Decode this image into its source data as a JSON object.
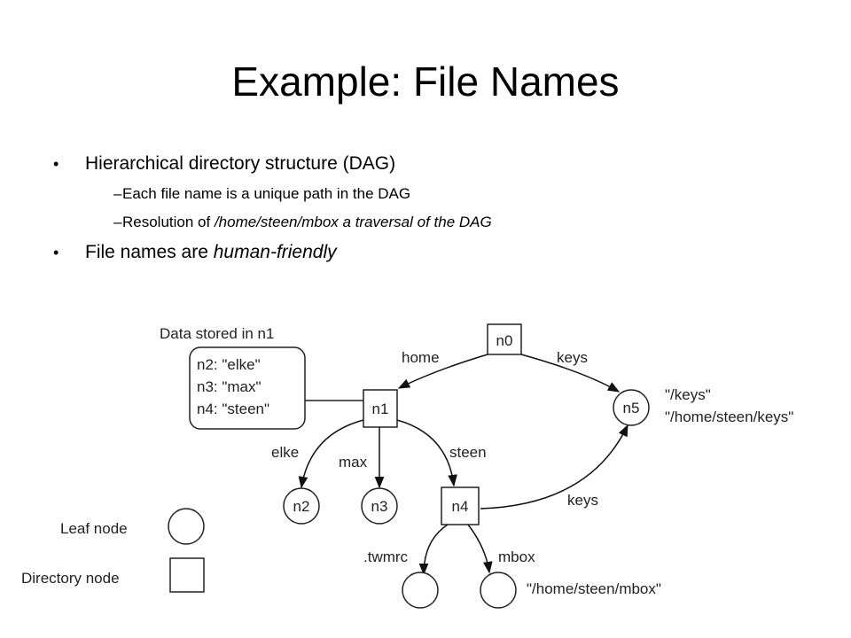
{
  "slide": {
    "title": "Example: File Names",
    "bullets": [
      {
        "segments": [
          "Hierarchical directory structure (DAG)"
        ],
        "subitems": [
          {
            "segments": [
              "Each file name is a unique path in the DAG"
            ]
          },
          {
            "segments": [
              "Resolution of ",
              "/home/steen/mbox a traversal of the DAG"
            ]
          }
        ]
      },
      {
        "segments": [
          "File names are ",
          "human-friendly"
        ],
        "subitems": []
      }
    ]
  },
  "diagram": {
    "box_title": "Data stored in n1",
    "box_lines": [
      "n2: \"elke\"",
      "n3: \"max\"",
      "n4: \"steen\""
    ],
    "nodes": {
      "n0": "n0",
      "n1": "n1",
      "n2": "n2",
      "n3": "n3",
      "n4": "n4",
      "n5": "n5"
    },
    "edges": {
      "home": "home",
      "keys_top": "keys",
      "elke": "elke",
      "max": "max",
      "steen": "steen",
      "keys_bottom": "keys",
      "twmrc": ".twmrc",
      "mbox": "mbox"
    },
    "n5_names": [
      "\"/keys\"",
      "\"/home/steen/keys\""
    ],
    "mbox_name": "\"/home/steen/mbox\"",
    "legend": {
      "leaf": "Leaf node",
      "directory": "Directory node"
    }
  }
}
